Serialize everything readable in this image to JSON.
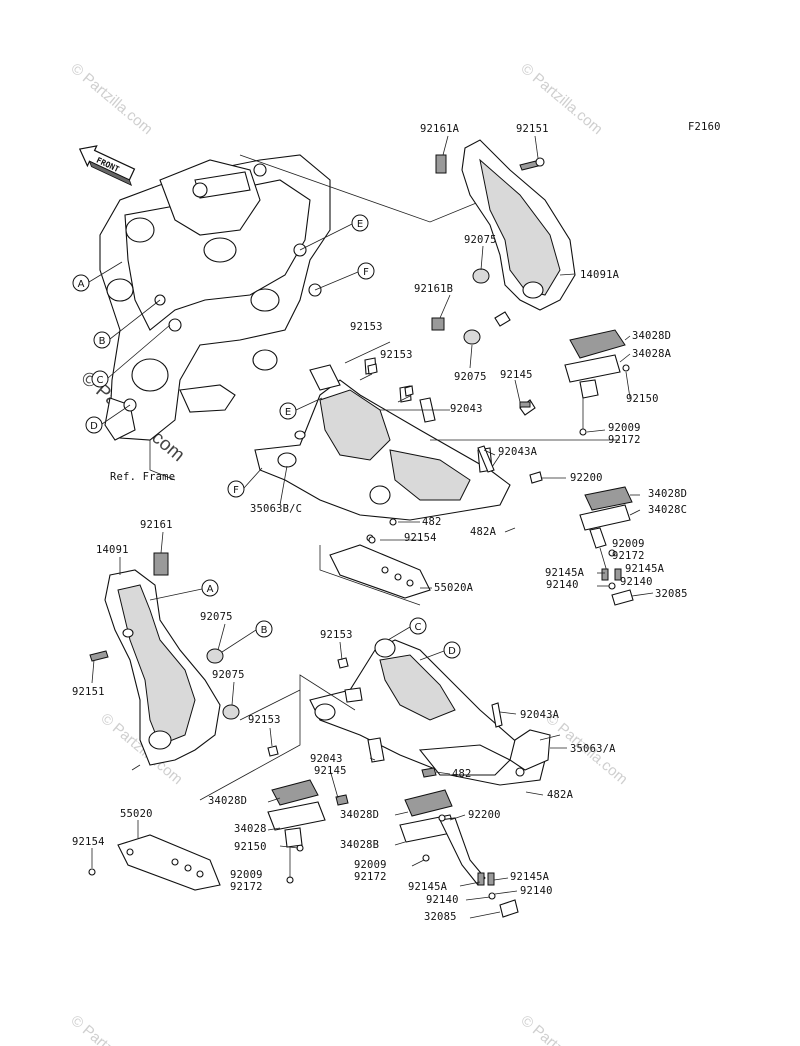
{
  "figure_code": "F2160",
  "front_label": "FRONT",
  "ref_frame_label": "Ref. Frame",
  "watermark_big": "© Partzilla.com",
  "watermark_small": "© Partzilla.com",
  "callouts": [
    "A",
    "B",
    "C",
    "D",
    "E",
    "F"
  ],
  "part_labels": {
    "p92161A": "92161A",
    "p92151_top": "92151",
    "p92075_a": "92075",
    "p14091A": "14091A",
    "p92161B": "92161B",
    "p92153_a": "92153",
    "p92153_b": "92153",
    "p92075_b": "92075",
    "p34028D_a": "34028D",
    "p34028A": "34028A",
    "p92145_a": "92145",
    "p92150_a": "92150",
    "p92043_a": "92043",
    "p92009_a": "92009",
    "p92172_a": "92172",
    "p92043A_a": "92043A",
    "p92200_a": "92200",
    "p34028D_b": "34028D",
    "p34028C": "34028C",
    "p35063BC": "35063B/C",
    "p482_a": "482",
    "p482A_a": "482A",
    "p92154_a": "92154",
    "p92009_b": "92009",
    "p92172_b": "92172",
    "p92145A_a": "92145A",
    "p92145A_b": "92145A",
    "p92140_a": "92140",
    "p92140_b": "92140",
    "p32085_a": "32085",
    "p55020A": "55020A",
    "p92161": "92161",
    "p14091": "14091",
    "p92075_c": "92075",
    "p92075_d": "92075",
    "p92151_b": "92151",
    "p92153_c": "92153",
    "p92153_d": "92153",
    "p92043A_b": "92043A",
    "p35063A": "35063/A",
    "p92043_b": "92043",
    "p92145_b": "92145",
    "p482_b": "482",
    "p482A_b": "482A",
    "p34028D_c": "34028D",
    "p34028": "34028",
    "p92150_b": "92150",
    "p92009_c": "92009",
    "p92172_c": "92172",
    "p34028D_d": "34028D",
    "p92200_b": "92200",
    "p34028B": "34028B",
    "p92009_d": "92009",
    "p92172_d": "92172",
    "p92145A_c": "92145A",
    "p92145A_d": "92145A",
    "p92140_c": "92140",
    "p92140_d": "92140",
    "p32085_b": "32085",
    "p55020": "55020",
    "p92154_b": "92154"
  }
}
